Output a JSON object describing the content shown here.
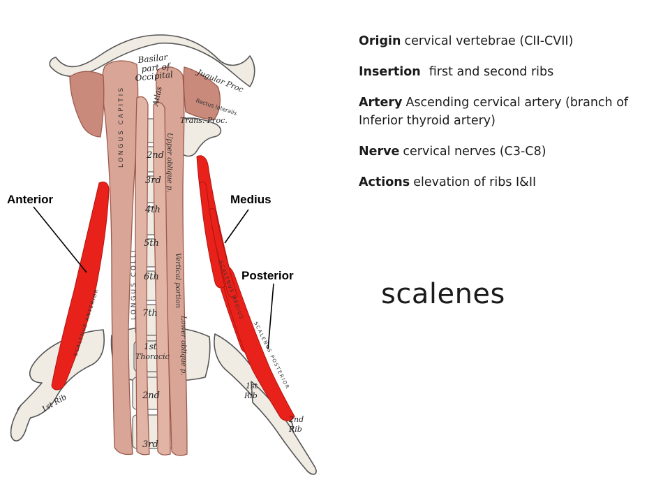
{
  "info": [
    {
      "key": "Origin",
      "value": "cervical vertebrae (CII-CVII)"
    },
    {
      "key": "Insertion",
      "value": "first and second ribs"
    },
    {
      "key": "Artery",
      "value": "Ascending cervical artery (branch of Inferior thyroid artery)"
    },
    {
      "key": "Nerve",
      "value": "cervical nerves (C3-C8)"
    },
    {
      "key": "Actions",
      "value": "elevation of ribs I&II"
    }
  ],
  "title": "scalenes",
  "callouts": {
    "anterior": "Anterior",
    "medius": "Medius",
    "posterior": "Posterior"
  },
  "image_labels": {
    "basilar_1": "Basilar",
    "basilar_2": "part of",
    "basilar_3": "Occipital",
    "jugular_proc": "Jugular Proc",
    "trans_proc": "Trans. Proc.",
    "rectus_lateralis": "Rectus lateralis",
    "atlas": "Atlas",
    "longus_capitis": "LONGUS CAPITIS",
    "longus_colli": "LONGUS COLLI",
    "vertical_portion": "Vertical portion",
    "upper_oblique": "Upper oblique p.",
    "lower_oblique": "Lower oblique p.",
    "scalenus_anterior": "SCALENUS ANTERIOR",
    "scalenus_medius": "SCALENUS MEDIUS",
    "scalenus_posterior": "SCALENUS POSTERIOR",
    "v2": "2nd",
    "v3": "3rd",
    "v4": "4th",
    "v5": "5th",
    "v6": "6th",
    "v7": "7th",
    "t1_num": "1st",
    "t1_word": "Thoracic",
    "t2": "2nd",
    "t3": "3rd",
    "rib1_left": "1st Rib",
    "rib1_right_1": "1st",
    "rib1_right_2": "Rib",
    "rib2_right_1": "2nd",
    "rib2_right_2": "Rib"
  },
  "colors": {
    "muscle": "#d9a596",
    "muscle_dark": "#9c5a4e",
    "scalene_red": "#e8221a",
    "bone": "#f0ece4",
    "bone_line": "#555555",
    "text": "#1a1a1a"
  }
}
